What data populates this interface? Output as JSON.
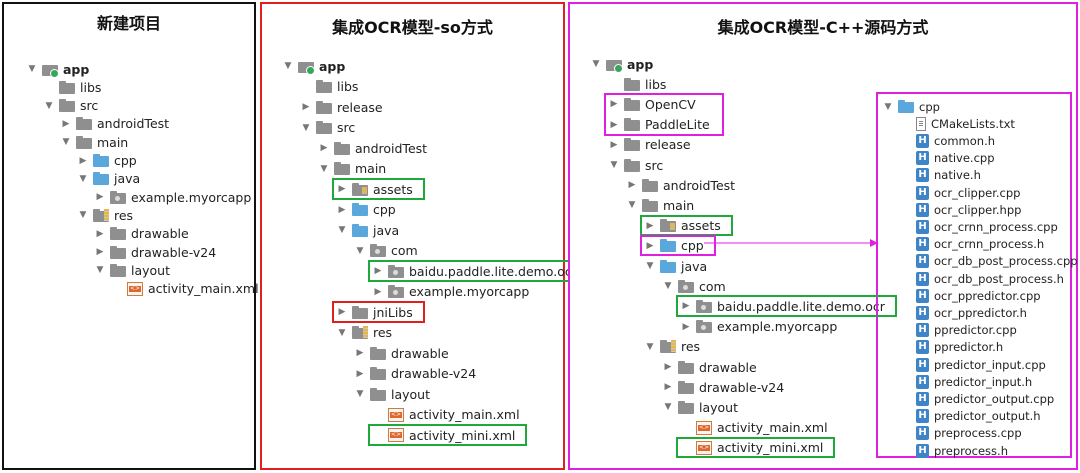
{
  "panels": [
    {
      "title": "新建项目",
      "border_color": "#111111",
      "tree": [
        {
          "depth": 0,
          "arrow": "down",
          "icon": "app",
          "label": "app",
          "bold": true
        },
        {
          "depth": 1,
          "arrow": "none",
          "icon": "folder",
          "label": "libs"
        },
        {
          "depth": 1,
          "arrow": "down",
          "icon": "folder",
          "label": "src"
        },
        {
          "depth": 2,
          "arrow": "right",
          "icon": "folder",
          "label": "androidTest"
        },
        {
          "depth": 2,
          "arrow": "down",
          "icon": "folder",
          "label": "main"
        },
        {
          "depth": 3,
          "arrow": "right",
          "icon": "folder-blue",
          "label": "cpp"
        },
        {
          "depth": 3,
          "arrow": "down",
          "icon": "folder-blue",
          "label": "java"
        },
        {
          "depth": 4,
          "arrow": "right",
          "icon": "package",
          "label": "example.myorcapp"
        },
        {
          "depth": 3,
          "arrow": "down",
          "icon": "res",
          "label": "res"
        },
        {
          "depth": 4,
          "arrow": "right",
          "icon": "folder",
          "label": "drawable"
        },
        {
          "depth": 4,
          "arrow": "right",
          "icon": "folder",
          "label": "drawable-v24"
        },
        {
          "depth": 4,
          "arrow": "down",
          "icon": "folder",
          "label": "layout"
        },
        {
          "depth": 5,
          "arrow": "none",
          "icon": "xml",
          "label": "activity_main.xml"
        }
      ]
    },
    {
      "title": "集成OCR模型-so方式",
      "border_color": "#e02020",
      "tree": [
        {
          "depth": 0,
          "arrow": "down",
          "icon": "app",
          "label": "app",
          "bold": true
        },
        {
          "depth": 1,
          "arrow": "none",
          "icon": "folder",
          "label": "libs"
        },
        {
          "depth": 1,
          "arrow": "right",
          "icon": "folder",
          "label": "release"
        },
        {
          "depth": 1,
          "arrow": "down",
          "icon": "folder",
          "label": "src"
        },
        {
          "depth": 2,
          "arrow": "right",
          "icon": "folder",
          "label": "androidTest"
        },
        {
          "depth": 2,
          "arrow": "down",
          "icon": "folder",
          "label": "main"
        },
        {
          "depth": 3,
          "arrow": "right",
          "icon": "assets",
          "label": "assets",
          "hl": "green"
        },
        {
          "depth": 3,
          "arrow": "right",
          "icon": "folder-blue",
          "label": "cpp"
        },
        {
          "depth": 3,
          "arrow": "down",
          "icon": "folder-blue",
          "label": "java"
        },
        {
          "depth": 4,
          "arrow": "down",
          "icon": "package",
          "label": "com"
        },
        {
          "depth": 5,
          "arrow": "right",
          "icon": "package",
          "label": "baidu.paddle.lite.demo.ocr",
          "hl": "green"
        },
        {
          "depth": 5,
          "arrow": "right",
          "icon": "package",
          "label": "example.myorcapp"
        },
        {
          "depth": 3,
          "arrow": "right",
          "icon": "folder",
          "label": "jniLibs",
          "hl": "red"
        },
        {
          "depth": 3,
          "arrow": "down",
          "icon": "res",
          "label": "res"
        },
        {
          "depth": 4,
          "arrow": "right",
          "icon": "folder",
          "label": "drawable"
        },
        {
          "depth": 4,
          "arrow": "right",
          "icon": "folder",
          "label": "drawable-v24"
        },
        {
          "depth": 4,
          "arrow": "down",
          "icon": "folder",
          "label": "layout"
        },
        {
          "depth": 5,
          "arrow": "none",
          "icon": "xml",
          "label": "activity_main.xml"
        },
        {
          "depth": 5,
          "arrow": "none",
          "icon": "xml",
          "label": "activity_mini.xml",
          "hl": "green"
        }
      ]
    },
    {
      "title": "集成OCR模型-C++源码方式",
      "border_color": "#e020e0",
      "tree": [
        {
          "depth": 0,
          "arrow": "down",
          "icon": "app",
          "label": "app",
          "bold": true
        },
        {
          "depth": 1,
          "arrow": "none",
          "icon": "folder",
          "label": "libs"
        },
        {
          "depth": 1,
          "arrow": "right",
          "icon": "folder",
          "label": "OpenCV",
          "hl": "mag-group"
        },
        {
          "depth": 1,
          "arrow": "right",
          "icon": "folder",
          "label": "PaddleLite",
          "hl": "mag-group"
        },
        {
          "depth": 1,
          "arrow": "right",
          "icon": "folder",
          "label": "release"
        },
        {
          "depth": 1,
          "arrow": "down",
          "icon": "folder",
          "label": "src"
        },
        {
          "depth": 2,
          "arrow": "right",
          "icon": "folder",
          "label": "androidTest"
        },
        {
          "depth": 2,
          "arrow": "down",
          "icon": "folder",
          "label": "main"
        },
        {
          "depth": 3,
          "arrow": "right",
          "icon": "assets",
          "label": "assets",
          "hl": "green"
        },
        {
          "depth": 3,
          "arrow": "right",
          "icon": "folder-blue",
          "label": "cpp",
          "hl": "mag"
        },
        {
          "depth": 3,
          "arrow": "down",
          "icon": "folder-blue",
          "label": "java"
        },
        {
          "depth": 4,
          "arrow": "down",
          "icon": "package",
          "label": "com"
        },
        {
          "depth": 5,
          "arrow": "right",
          "icon": "package",
          "label": "baidu.paddle.lite.demo.ocr",
          "hl": "green"
        },
        {
          "depth": 5,
          "arrow": "right",
          "icon": "package",
          "label": "example.myorcapp"
        },
        {
          "depth": 3,
          "arrow": "down",
          "icon": "res",
          "label": "res"
        },
        {
          "depth": 4,
          "arrow": "right",
          "icon": "folder",
          "label": "drawable"
        },
        {
          "depth": 4,
          "arrow": "right",
          "icon": "folder",
          "label": "drawable-v24"
        },
        {
          "depth": 4,
          "arrow": "down",
          "icon": "folder",
          "label": "layout"
        },
        {
          "depth": 5,
          "arrow": "none",
          "icon": "xml",
          "label": "activity_main.xml"
        },
        {
          "depth": 5,
          "arrow": "none",
          "icon": "xml",
          "label": "activity_mini.xml",
          "hl": "green"
        }
      ],
      "cpp_files": [
        {
          "arrow": "down",
          "icon": "folder-blue",
          "label": "cpp",
          "depth": 0
        },
        {
          "arrow": "none",
          "icon": "txt",
          "label": "CMakeLists.txt",
          "depth": 1
        },
        {
          "arrow": "none",
          "icon": "h",
          "label": "common.h",
          "depth": 1
        },
        {
          "arrow": "none",
          "icon": "h",
          "label": "native.cpp",
          "depth": 1
        },
        {
          "arrow": "none",
          "icon": "h",
          "label": "native.h",
          "depth": 1
        },
        {
          "arrow": "none",
          "icon": "h",
          "label": "ocr_clipper.cpp",
          "depth": 1
        },
        {
          "arrow": "none",
          "icon": "h",
          "label": "ocr_clipper.hpp",
          "depth": 1
        },
        {
          "arrow": "none",
          "icon": "h",
          "label": "ocr_crnn_process.cpp",
          "depth": 1
        },
        {
          "arrow": "none",
          "icon": "h",
          "label": "ocr_crnn_process.h",
          "depth": 1
        },
        {
          "arrow": "none",
          "icon": "h",
          "label": "ocr_db_post_process.cpp",
          "depth": 1
        },
        {
          "arrow": "none",
          "icon": "h",
          "label": "ocr_db_post_process.h",
          "depth": 1
        },
        {
          "arrow": "none",
          "icon": "h",
          "label": "ocr_ppredictor.cpp",
          "depth": 1
        },
        {
          "arrow": "none",
          "icon": "h",
          "label": "ocr_ppredictor.h",
          "depth": 1
        },
        {
          "arrow": "none",
          "icon": "h",
          "label": "ppredictor.cpp",
          "depth": 1
        },
        {
          "arrow": "none",
          "icon": "h",
          "label": "ppredictor.h",
          "depth": 1
        },
        {
          "arrow": "none",
          "icon": "h",
          "label": "predictor_input.cpp",
          "depth": 1
        },
        {
          "arrow": "none",
          "icon": "h",
          "label": "predictor_input.h",
          "depth": 1
        },
        {
          "arrow": "none",
          "icon": "h",
          "label": "predictor_output.cpp",
          "depth": 1
        },
        {
          "arrow": "none",
          "icon": "h",
          "label": "predictor_output.h",
          "depth": 1
        },
        {
          "arrow": "none",
          "icon": "h",
          "label": "preprocess.cpp",
          "depth": 1
        },
        {
          "arrow": "none",
          "icon": "h",
          "label": "preprocess.h",
          "depth": 1
        }
      ]
    }
  ],
  "colors": {
    "green": "#1fa83c",
    "red": "#e02020",
    "magenta": "#e020e0",
    "folder": "#8f8f8f",
    "folder_blue": "#5aa7dc",
    "h_icon": "#3f84c7"
  }
}
